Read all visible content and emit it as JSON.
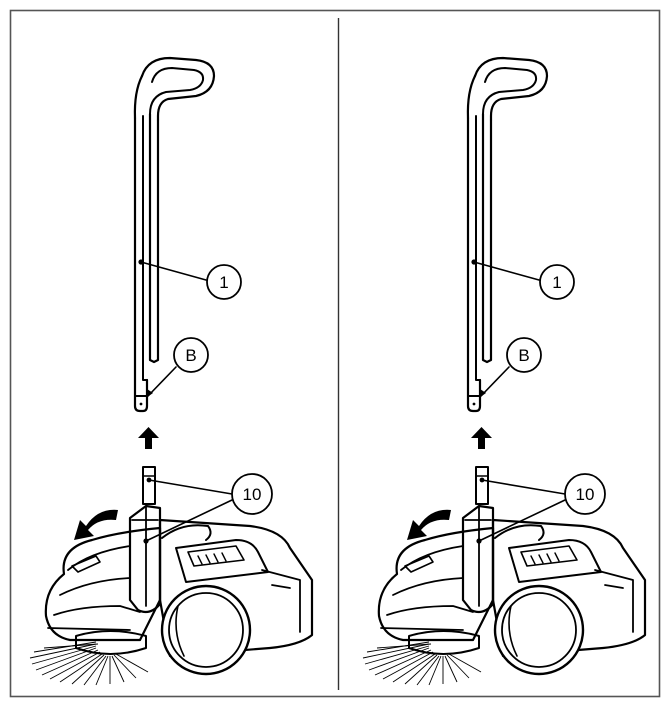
{
  "figure": {
    "panels": [
      {
        "id": "left",
        "callouts": [
          {
            "label": "1",
            "part": "handle"
          },
          {
            "label": "B",
            "part": "handle-bottom-hole"
          },
          {
            "label": "10",
            "part": "handle-mount-brackets"
          }
        ]
      },
      {
        "id": "right",
        "callouts": [
          {
            "label": "1",
            "part": "handle"
          },
          {
            "label": "B",
            "part": "handle-bottom-hole"
          },
          {
            "label": "10",
            "part": "handle-mount-brackets"
          }
        ]
      }
    ],
    "arrows": [
      "up-arrow",
      "curved-arrow"
    ],
    "colors": {
      "line": "#000000",
      "background": "#ffffff",
      "frame": "#555555"
    }
  }
}
